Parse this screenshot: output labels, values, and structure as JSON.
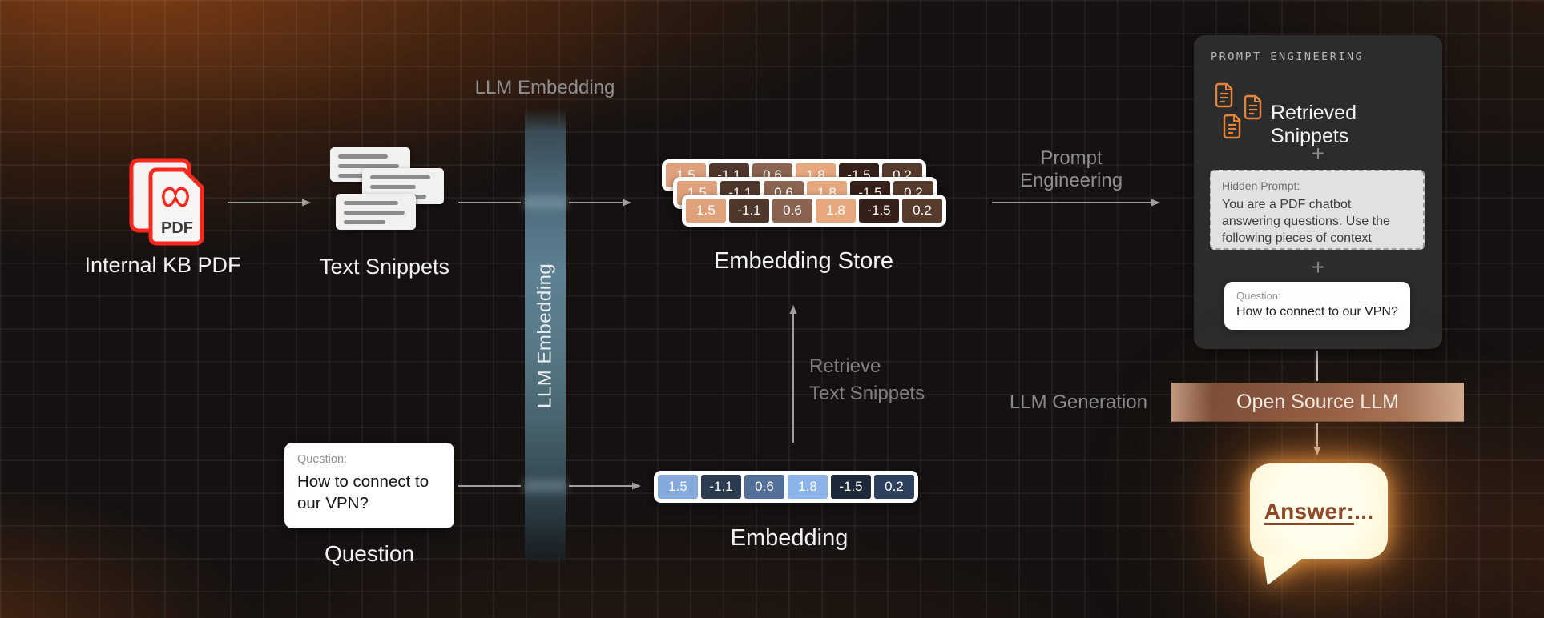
{
  "colors": {
    "accent_orange": "#e8833a",
    "pdf_red": "#f8281c",
    "teal_bar": "#5d8093",
    "arrow_gray": "#9e9e9e",
    "answer_brown": "#8f4727"
  },
  "nodes": {
    "pdf": {
      "label": "Internal KB PDF",
      "badge": "PDF"
    },
    "snippets": {
      "label": "Text Snippets"
    },
    "embedding_bar": {
      "top_label": "LLM Embedding",
      "vertical_label": "LLM Embedding"
    },
    "store": {
      "label": "Embedding Store"
    },
    "question": {
      "label": "Question",
      "field_label": "Question:",
      "field_text": "How to connect to our VPN?"
    },
    "query_embedding": {
      "label": "Embedding"
    },
    "open_source_llm": {
      "label": "Open Source LLM"
    },
    "answer": {
      "text_underlined": "Answer:",
      "text_rest": " ..."
    }
  },
  "panel": {
    "title": "PROMPT ENGINEERING",
    "retrieved_label": "Retrieved Snippets",
    "plus": "+",
    "hidden_prompt_label": "Hidden Prompt:",
    "hidden_prompt_text": "You are a PDF chatbot answering questions. Use the following pieces of context",
    "question_label": "Question:",
    "question_text": "How to connect to our VPN?"
  },
  "edges": {
    "prompt_engineering_line1": "Prompt",
    "prompt_engineering_line2": "Engineering",
    "retrieve_line1": "Retrieve",
    "retrieve_line2": "Text Snippets",
    "llm_generation": "LLM Generation"
  },
  "vectors": {
    "values": [
      "1.5",
      "-1.1",
      "0.6",
      "1.8",
      "-1.5",
      "0.2"
    ],
    "store_colors": [
      "#dfa07c",
      "#4e372b",
      "#8a6351",
      "#e7a77e",
      "#342018",
      "#573b2c"
    ],
    "query_colors": [
      "#84a9dc",
      "#2d3b51",
      "#53709a",
      "#8db4e9",
      "#1d2938",
      "#2e415e"
    ]
  }
}
